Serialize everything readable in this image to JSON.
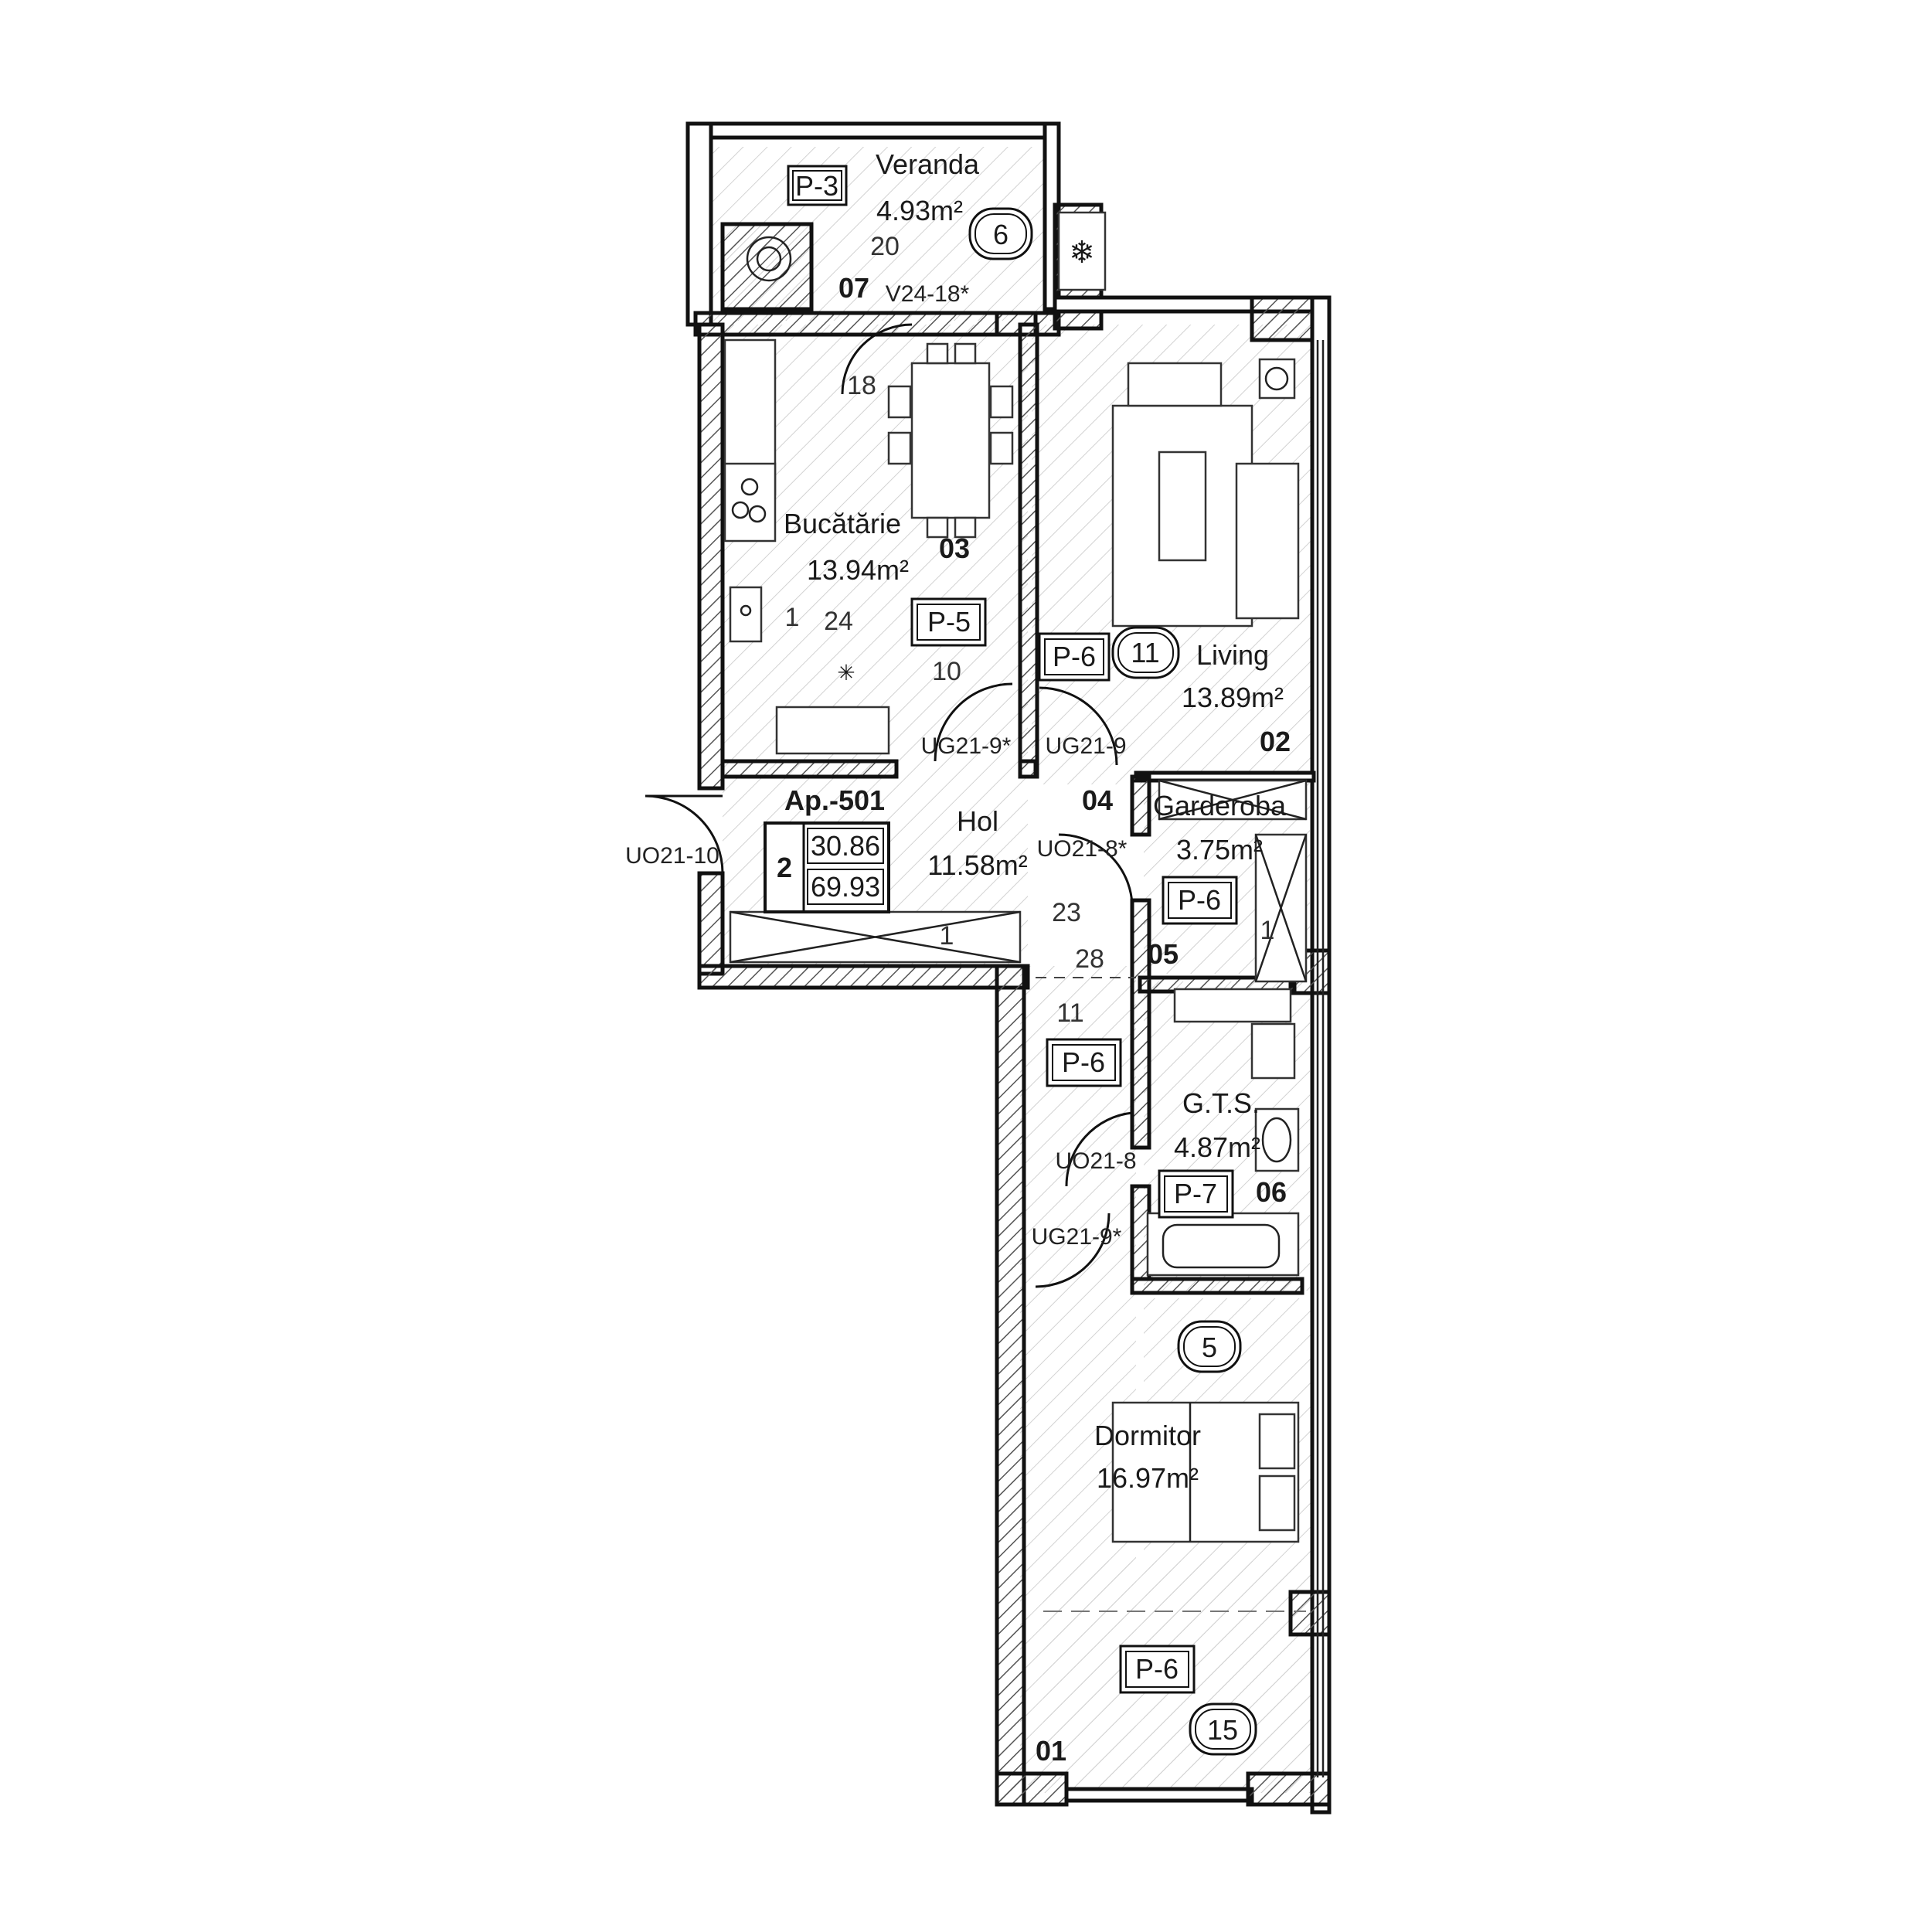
{
  "apartment": {
    "code": "Ap.-501",
    "rooms": "2",
    "area_living": "30.86",
    "area_total": "69.93"
  },
  "rooms": [
    {
      "key": "veranda",
      "name": "Veranda",
      "area": "4.93m²",
      "number": "07"
    },
    {
      "key": "kitchen",
      "name": "Bucătărie",
      "area": "13.94m²",
      "number": "03"
    },
    {
      "key": "living",
      "name": "Living",
      "area": "13.89m²",
      "number": "02"
    },
    {
      "key": "hall",
      "name": "Hol",
      "area": "11.58m²",
      "number": "04"
    },
    {
      "key": "wardrobe",
      "name": "Garderoba",
      "area": "3.75m²",
      "number": "05"
    },
    {
      "key": "bathroom",
      "name": "G.T.S.",
      "area": "4.87m²",
      "number": "06"
    },
    {
      "key": "bedroom",
      "name": "Dormitor",
      "area": "16.97m²",
      "number": "01"
    }
  ],
  "finish_tags": {
    "veranda": "P-3",
    "kitchen": "P-5",
    "living": "P-6",
    "wardrobe": "P-6",
    "hall": "P-6",
    "bathroom": "P-7",
    "bedroom": "P-6"
  },
  "circle_tags": {
    "veranda": "6",
    "living": "11",
    "bathroom": "5",
    "bedroom": "15"
  },
  "doors": {
    "entrance": "UO21-10",
    "kitchen": "UG21-9*",
    "living": "UG21-9",
    "wardrobe": "UO21-8*",
    "bathroom": "UO21-8",
    "bedroom": "UG21-9*",
    "veranda_window": "V24-18*"
  },
  "dimension_labels": {
    "d20": "20",
    "d18": "18",
    "d1a": "1",
    "d24": "24",
    "d10": "10",
    "d23": "23",
    "d28": "28",
    "d11": "11",
    "d1b": "1",
    "d1c": "1"
  }
}
